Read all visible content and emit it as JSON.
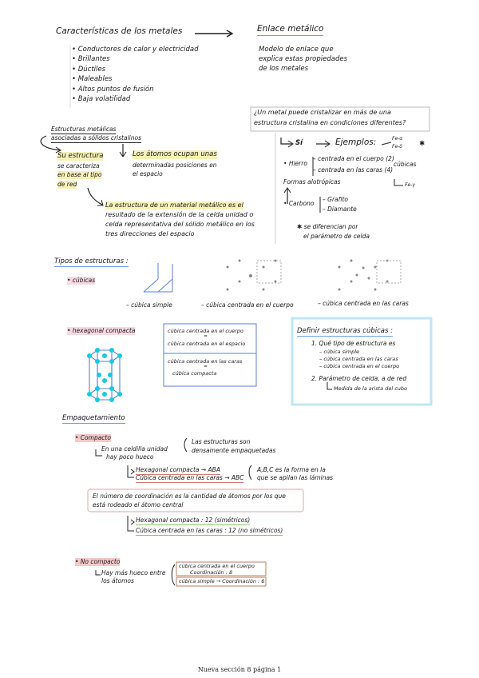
{
  "sections": {
    "metals": {
      "title": "Características de los metales",
      "properties": [
        "• Conductores de calor y electricidad",
        "• Brillantes",
        "• Dúctiles",
        "• Maleables",
        "• Altos puntos de fusión",
        "• Baja volatilidad"
      ]
    },
    "bond": {
      "title": "Enlace metálico",
      "desc": [
        "Modelo de enlace que",
        "explica estas propiedades",
        "de los metales"
      ]
    },
    "structures": {
      "title_lines": [
        "Estructuras metálicas",
        "asociadas a sólidos cristalinos"
      ],
      "left": [
        "Su estructura",
        "se caracteriza",
        "en base al tipo",
        "de red"
      ],
      "right": [
        "Los átomos ocupan unas",
        "determinadas posiciones en",
        "el espacio"
      ],
      "bottom": [
        "La estructura de un material metálico es el",
        "resultado de la extensión de la celda unidad o",
        "celda representativa del sólido metálico en los",
        "tres direcciones del espacio"
      ]
    },
    "question": {
      "title": [
        "¿Un metal puede cristalizar en más de una",
        "estructura cristalina en condiciones diferentes?"
      ],
      "yes": "Sí",
      "examples": "Ejemplos:",
      "fe_labels": [
        "Fe-α",
        "Fe-δ"
      ],
      "hierro": "Hierro",
      "hierro_items": [
        "– centrada en el cuerpo (2)",
        "– centrada en las caras (4)"
      ],
      "cubicas": "cúbicas",
      "fe_gamma": "Fe-γ",
      "formas": "Formas alotrópicas",
      "carbono": "Carbono",
      "carbono_items": [
        "– Grafito",
        "– Diamante"
      ],
      "differ": [
        "se diferencian por",
        "el parámetro de celda"
      ]
    },
    "tipos": {
      "title": "Tipos de estructuras :",
      "cubicas": "• cúbicas",
      "captions": [
        "– cúbica simple",
        "– cúbica centrada  en el cuerpo",
        "– cúbica centrada en las caras"
      ],
      "hexagonal": "• hexagonal compacta",
      "table": [
        "cúbica centrada en el cuerpo",
        "=",
        "cúbica centrada en el espacio",
        "cúbica centrada en las caras",
        "=",
        "cúbica compacta"
      ]
    },
    "definir": {
      "title": "Definir estructuras cúbicas :",
      "q1": "1. Qué tipo de estructura es",
      "q1_items": [
        "– cúbica simple",
        "– cúbica centrada en las caras",
        "– cúbica centrada en el cuerpo"
      ],
      "q2": "2. Parámetro de celda, a de red",
      "q2_sub": "Medida de la arista del cubo"
    },
    "empaq": {
      "title": "Empaquetamiento",
      "compacto": "• Compacto",
      "en_celdilla": [
        "En una celdilla unidad",
        "hay poco hueco"
      ],
      "densas": [
        "Las estructuras son",
        "densamente empaquetadas"
      ],
      "hex_aba": "Hexagonal compacta → ABA",
      "cub_abc": "Cúbica centrada en las caras → ABC",
      "abc_note": [
        "A,B,C es la forma en la",
        "que se apilan las láminas"
      ],
      "coord": [
        "El número de coordinación es la cantidad de átomos por los que",
        "está rodeado el átomo central"
      ],
      "hex12": "Hexagonal compacta : 12  (simétricos)",
      "cub12": "Cúbica centrada en las caras : 12  (no simétricos)",
      "no_compacto": "• No compacto",
      "hueco": [
        "Hay más hueco entre",
        "los átomos"
      ],
      "box1": [
        "cúbica centrada en el cuerpo",
        "Coordinación : 8"
      ],
      "box2": "cúbica simple → Coordinación : 6"
    }
  },
  "footer": "Nueva sección 8 página 1",
  "colors": {
    "yellow": "#f7f1b8",
    "green": "#d9f0c0",
    "pink": "#f7d9e3",
    "blue": "#5a7fd6",
    "cyan": "#17c8e0",
    "red": "#d98a8a",
    "brown": "#b97f63"
  }
}
